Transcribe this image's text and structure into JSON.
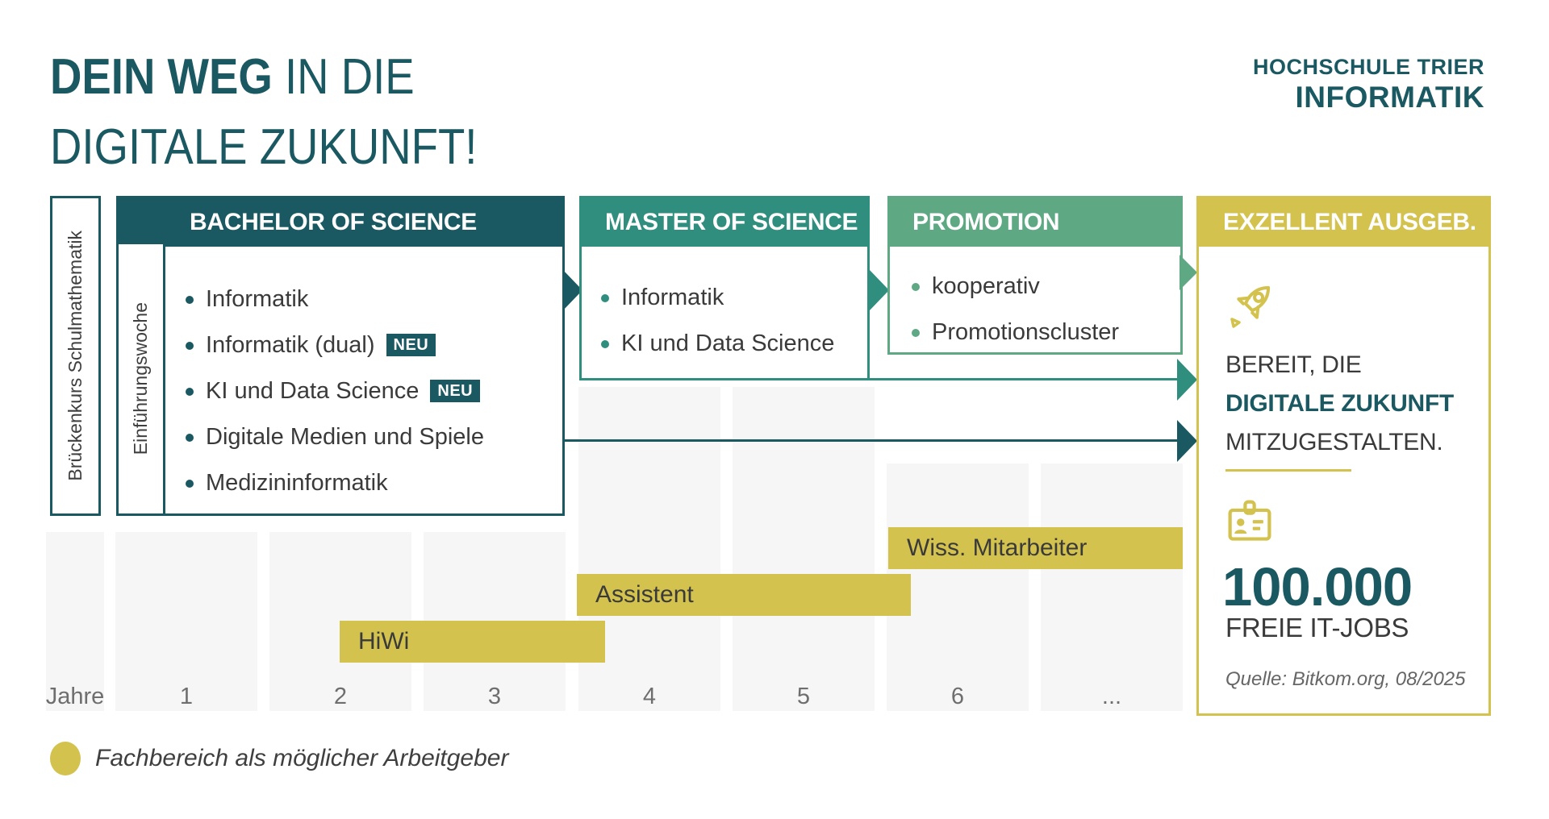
{
  "title": {
    "bold": "DEIN WEG",
    "regular": "IN DIE",
    "line2": "DIGITALE ZUKUNFT!"
  },
  "logo": {
    "line1": "HOCHSCHULE TRIER",
    "line2": "INFORMATIK"
  },
  "colors": {
    "dark_teal": "#1b5962",
    "mid_teal": "#2f8e7e",
    "light_green": "#5fa884",
    "gold": "#d3c24e",
    "stripe_gray": "#f6f6f7",
    "text_dark": "#3a3a3a",
    "text_muted": "#6e6e6e"
  },
  "side_labels": {
    "bridge_course": "Brückenkurs Schulmathematik",
    "intro_week": "Einführungswoche"
  },
  "boxes": {
    "bachelor": {
      "header": "BACHELOR OF SCIENCE",
      "items": [
        {
          "label": "Informatik"
        },
        {
          "label": "Informatik (dual)",
          "badge": "NEU"
        },
        {
          "label": "KI und Data Science",
          "badge": "NEU"
        },
        {
          "label": "Digitale Medien und Spiele"
        },
        {
          "label": "Medizininformatik"
        }
      ]
    },
    "master": {
      "header": "MASTER OF SCIENCE",
      "items": [
        "Informatik",
        "KI und Data Science"
      ]
    },
    "promotion": {
      "header": "PROMOTION",
      "items": [
        "kooperativ",
        "Promotionscluster"
      ]
    },
    "outcome": {
      "header": "EXZELLENT AUSGEB.",
      "icon_top": "rocket-icon",
      "line1": "BEREIT, DIE",
      "line2": "DIGITALE ZUKUNFT",
      "line3": "MITZUGESTALTEN.",
      "icon_stat": "id-card-icon",
      "stat_value": "100.000",
      "stat_label": "FREIE IT-JOBS",
      "source": "Quelle: Bitkom.org, 08/2025"
    }
  },
  "timeline": {
    "axis_label": "Jahre",
    "years": [
      "1",
      "2",
      "3",
      "4",
      "5",
      "6",
      "..."
    ],
    "bars": [
      {
        "label": "HiWi"
      },
      {
        "label": "Assistent"
      },
      {
        "label": "Wiss. Mitarbeiter"
      }
    ]
  },
  "legend": {
    "text": "Fachbereich als möglicher Arbeitgeber"
  }
}
